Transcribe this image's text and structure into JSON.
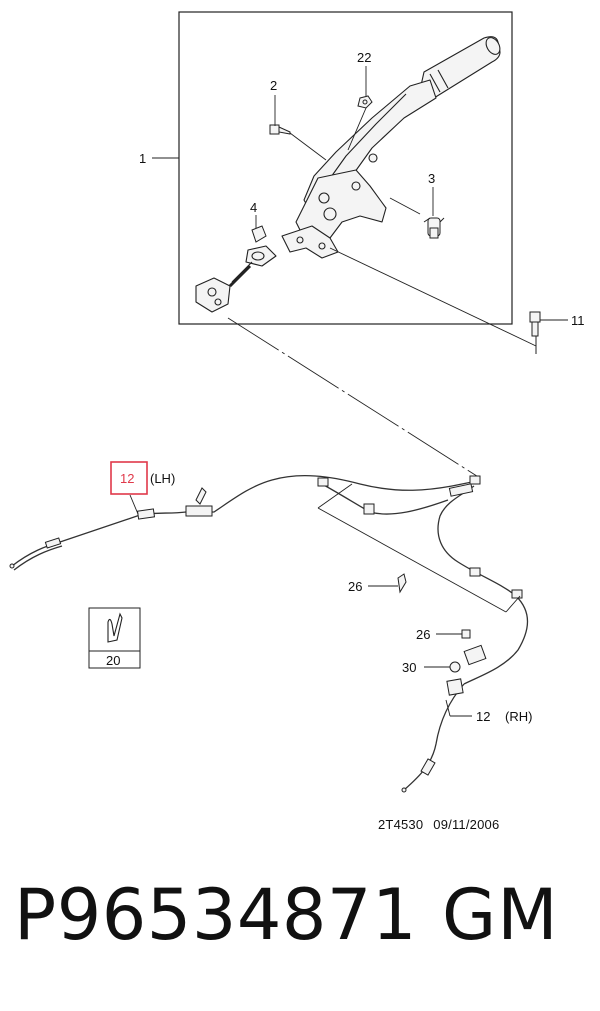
{
  "diagram": {
    "callouts": {
      "c1": "1",
      "c2": "2",
      "c22": "22",
      "c3": "3",
      "c4": "4",
      "c11": "11",
      "c12": "12",
      "lh": "(LH)",
      "c20": "20",
      "c26a": "26",
      "c26b": "26",
      "c30": "30",
      "c12rh": "12",
      "rh": "(RH)"
    },
    "highlight_color": "#e0394a"
  },
  "footer": {
    "drawing_code": "2T4530",
    "drawing_date": "09/11/2006",
    "part_number": "P96534871",
    "brand": "GM"
  }
}
